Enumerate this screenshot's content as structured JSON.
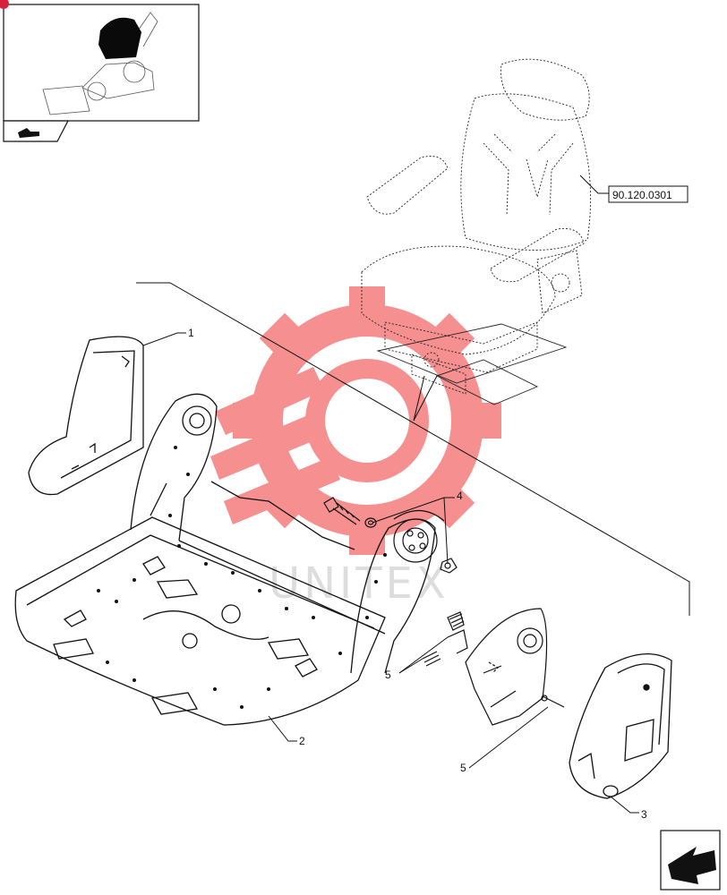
{
  "diagram": {
    "callouts": [
      "1",
      "2",
      "3",
      "4",
      "5",
      "5"
    ],
    "reference_code": "90.120.0301",
    "watermark": "UNITEX"
  },
  "colors": {
    "line": "#111111",
    "watermark_red": "#f04848",
    "thumb_marker": "#d8203a",
    "silhouette": "#0a0a0a"
  }
}
